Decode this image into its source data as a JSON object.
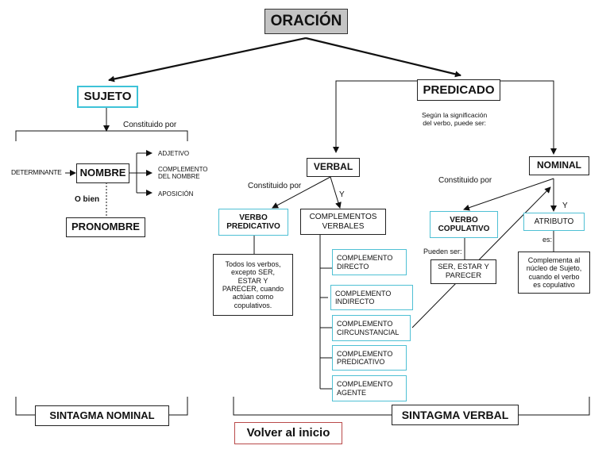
{
  "title": "ORACIÓN",
  "subject": {
    "title": "SUJETO",
    "constituted_by": "Constituido por",
    "determiner": "DETERMINANTE",
    "noun": "NOMBRE",
    "modifiers": [
      "ADJETIVO",
      "COMPLEMENTO\nDEL NOMBRE",
      "APOSICIÓN"
    ],
    "or_else": "O bien",
    "pronoun": "PRONOMBRE",
    "phrase": "SINTAGMA NOMINAL"
  },
  "predicate": {
    "title": "PREDICADO",
    "note": "Según la significación\ndel verbo, puede ser:",
    "verbal": {
      "title": "VERBAL",
      "constituted_by": "Constituido por",
      "and": "Y",
      "predicative_verb": "VERBO\nPREDICATIVO",
      "predicative_note": "Todos los verbos,\nexcepto SER,\nESTAR Y\nPARECER, cuando\nactúan como\ncopulativos.",
      "complements_title": "COMPLEMENTOS\nVERBALES",
      "complements": [
        "COMPLEMENTO\nDIRECTO",
        "COMPLEMENTO\nINDIRECTO",
        "COMPLEMENTO\nCIRCUNSTANCIAL",
        "COMPLEMENTO\nPREDICATIVO",
        "COMPLEMENTO\nAGENTE"
      ]
    },
    "nominal": {
      "title": "NOMINAL",
      "constituted_by": "Constituido por",
      "and": "Y",
      "copulative_verb": "VERBO\nCOPULATIVO",
      "can_be": "Pueden ser:",
      "copulative_list": "SER, ESTAR Y\nPARECER",
      "attribute": "ATRIBUTO",
      "is": "es:",
      "attribute_note": "Complementa al\nnúcleo de Sujeto,\ncuando el verbo\nes copulativo"
    },
    "phrase": "SINTAGMA VERBAL"
  },
  "back_link": "Volver al inicio",
  "colors": {
    "accent_border": "#3ec3d8",
    "title_fill": "#c4c4c4",
    "link_border": "#b94a4a"
  }
}
